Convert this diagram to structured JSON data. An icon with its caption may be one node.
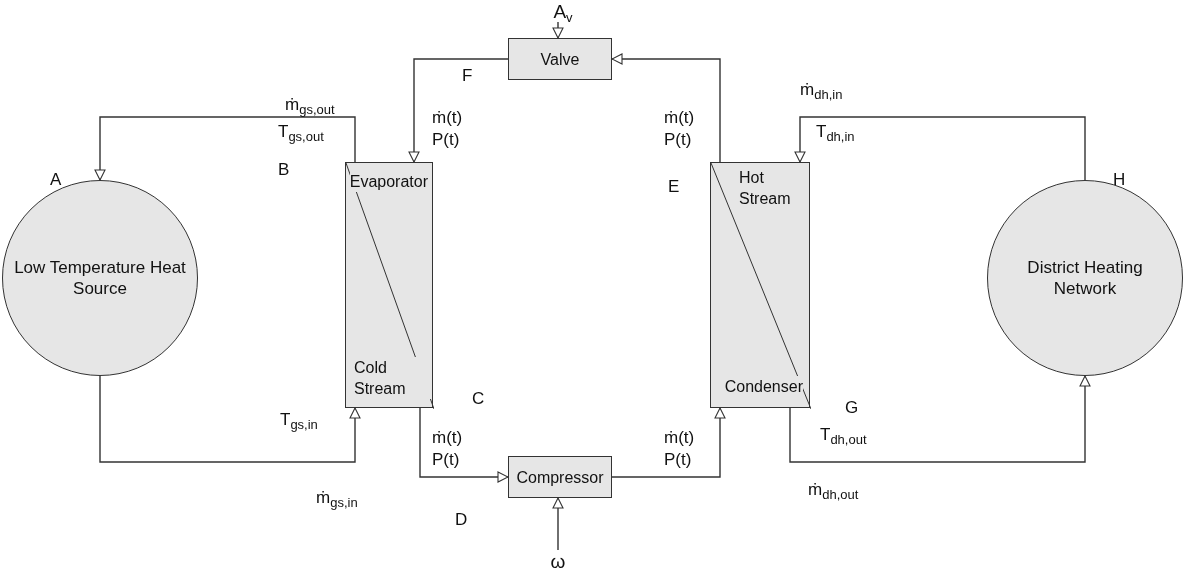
{
  "diagram": {
    "nodes": [
      {
        "text": [
          "Low Temperature Heat Source"
        ]
      },
      {
        "text": [
          "Evaporator",
          "Cold Stream"
        ]
      },
      {
        "text": [
          "Valve"
        ]
      },
      {
        "text": [
          "Compressor"
        ]
      },
      {
        "text": [
          "Hot Stream",
          "Condenser"
        ]
      },
      {
        "text": [
          "District Heating Network"
        ]
      },
      {
        "text": [
          "A$_{v}$"
        ]
      },
      {
        "text": [
          "ω"
        ]
      }
    ],
    "edges": [
      {
        "from": 1,
        "to": 0,
        "arrow": "to"
      },
      {
        "from": 0,
        "to": 1,
        "arrow": "to"
      },
      {
        "from": 2,
        "to": 1,
        "arrow": "to"
      },
      {
        "from": 1,
        "to": 3,
        "arrow": "to"
      },
      {
        "from": 3,
        "to": 4,
        "arrow": "to"
      },
      {
        "from": 4,
        "to": 2,
        "arrow": "to"
      },
      {
        "from": 5,
        "to": 4,
        "arrow": "to"
      },
      {
        "from": 4,
        "to": 5,
        "arrow": "to"
      },
      {
        "from": 6,
        "to": 2,
        "arrow": "to"
      },
      {
        "from": 7,
        "to": 3,
        "arrow": "to"
      }
    ],
    "labels": [
      "F",
      "ṁ$_{gs,out}$",
      "ṁ$_{dh,in}$",
      "ṁ(t)",
      "ṁ(t)",
      "T$_{gs,out}$",
      "T$_{dh,in}$",
      "P(t)",
      "P(t)",
      "A",
      "B",
      "E",
      "H",
      "C",
      "G",
      "T$_{gs,in}$",
      "T$_{dh,out}$",
      "ṁ(t)",
      "ṁ(t)",
      "P(t)",
      "P(t)",
      "ṁ$_{dh,out}$",
      "ṁ$_{gs,in}$",
      "D"
    ]
  }
}
